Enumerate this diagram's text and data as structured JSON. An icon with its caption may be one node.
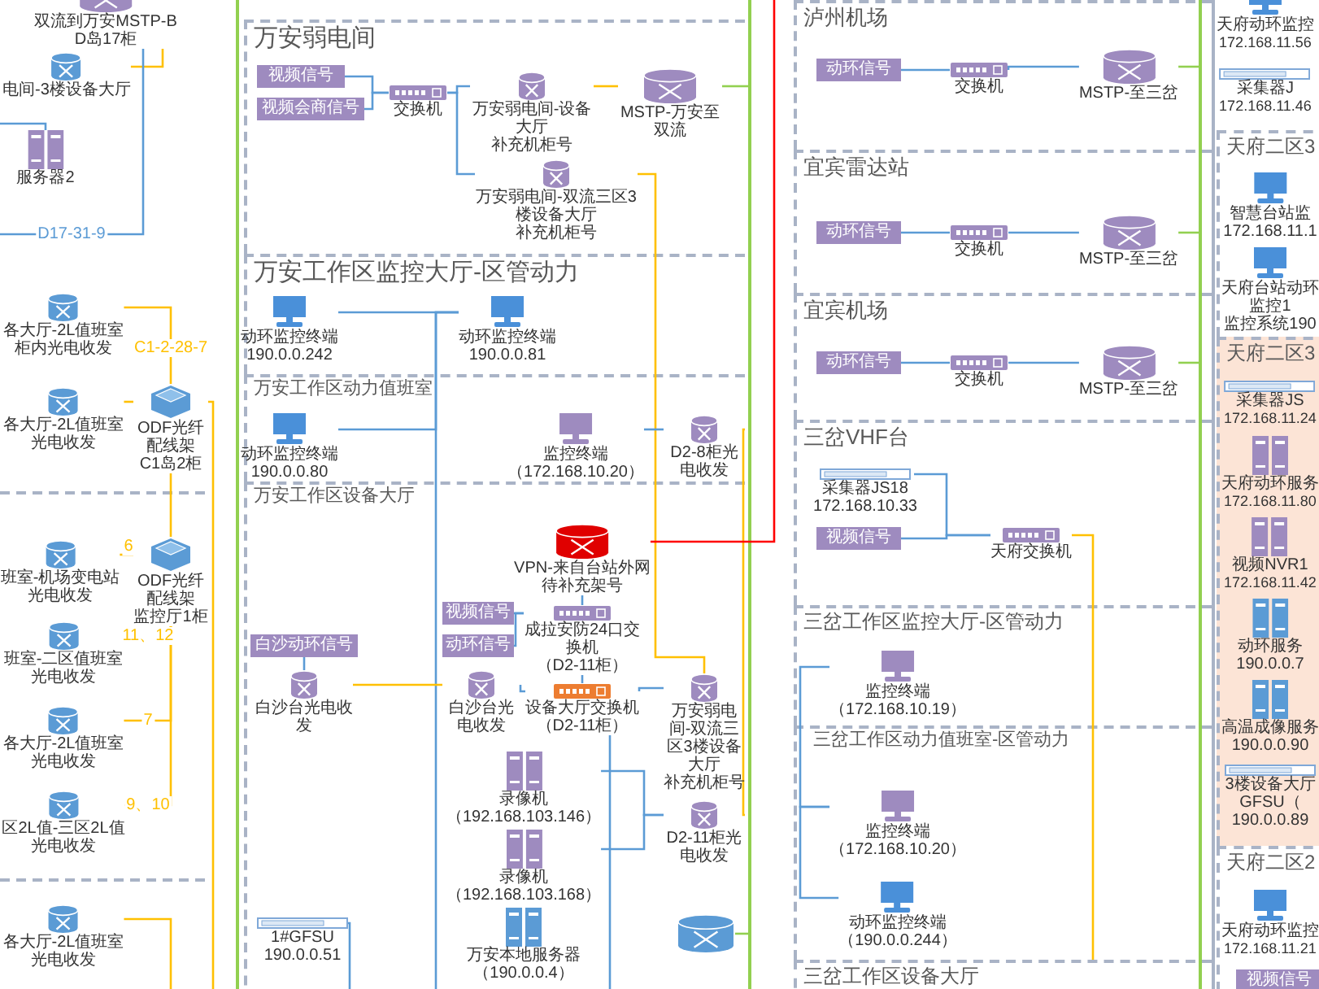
{
  "diagram": {
    "nodes": [
      {
        "text": [
          "万安弱电间"
        ]
      },
      {
        "text": [
          "万安工作区监控大厅-区管动力"
        ]
      },
      {
        "text": [
          "万安工作区动力值班室"
        ]
      },
      {
        "text": [
          "万安工作区设备大厅"
        ]
      },
      {
        "text": [
          "泸州机场"
        ]
      },
      {
        "text": [
          "宜宾雷达站"
        ]
      },
      {
        "text": [
          "宜宾机场"
        ]
      },
      {
        "text": [
          "三岔VHF台"
        ]
      },
      {
        "text": [
          "三岔工作区监控大厅-区管动力"
        ]
      },
      {
        "text": [
          "三岔工作区动力值班室-区管动力"
        ]
      },
      {
        "text": [
          "三岔工作区设备大厅"
        ]
      },
      {
        "text": [
          "天府二区3"
        ]
      },
      {
        "text": [
          "天府二区3"
        ]
      },
      {
        "text": [
          "天府二区2"
        ]
      },
      {
        "text": [
          "双流到万安MSTP-B",
          "D岛17柜"
        ]
      },
      {
        "text": [
          "电间-3楼设备大厅"
        ]
      },
      {
        "text": [
          "服务器2"
        ]
      },
      {
        "text": [
          "各大厅-2L值班室",
          "柜内光电收发"
        ]
      },
      {
        "text": [
          "各大厅-2L值班室",
          "光电收发"
        ]
      },
      {
        "text": [
          "ODF光纤配线架",
          "C1岛2柜"
        ]
      },
      {
        "text": [
          "班室-机场变电站",
          "光电收发"
        ]
      },
      {
        "text": [
          "ODF光纤配线架",
          "监控厅1柜"
        ]
      },
      {
        "text": [
          "班室-二区值班室",
          "光电收发"
        ]
      },
      {
        "text": [
          "各大厅-2L值班室",
          "光电收发"
        ]
      },
      {
        "text": [
          "区2L值-三区2L值",
          "光电收发"
        ]
      },
      {
        "text": [
          "各大厅-2L值班室",
          "光电收发"
        ]
      },
      {
        "text": [
          "视频信号"
        ],
        "in": 0
      },
      {
        "text": [
          "视频会商信号"
        ],
        "in": 0
      },
      {
        "text": [
          "交换机"
        ],
        "in": 0
      },
      {
        "text": [
          "万安弱电间-设备大厅",
          "补充机柜号"
        ],
        "in": 0
      },
      {
        "text": [
          "MSTP-万安至双流"
        ],
        "in": 0
      },
      {
        "text": [
          "万安弱电间-双流三区3楼设备大厅",
          "补充机柜号"
        ],
        "in": 0
      },
      {
        "text": [
          "动环监控终端",
          "190.0.0.242"
        ],
        "in": 1
      },
      {
        "text": [
          "动环监控终端",
          "190.0.0.81"
        ],
        "in": 1
      },
      {
        "text": [
          "动环监控终端",
          "190.0.0.80"
        ],
        "in": 2
      },
      {
        "text": [
          "监控终端",
          "（172.168.10.20）"
        ],
        "in": 2
      },
      {
        "text": [
          "D2-8柜光电收发"
        ],
        "in": 2
      },
      {
        "text": [
          "白沙动环信号"
        ],
        "in": 3
      },
      {
        "text": [
          "白沙台光电收发"
        ],
        "in": 3
      },
      {
        "text": [
          "白沙台光电收发"
        ],
        "in": 3
      },
      {
        "text": [
          "视频信号"
        ],
        "in": 3
      },
      {
        "text": [
          "动环信号"
        ],
        "in": 3
      },
      {
        "text": [
          "VPN-来自台站外网",
          "待补充架号"
        ],
        "in": 3
      },
      {
        "text": [
          "成拉安防24口交换机",
          "（D2-11柜）"
        ],
        "in": 3
      },
      {
        "text": [
          "设备大厅交换机",
          "（D2-11柜）"
        ],
        "in": 3
      },
      {
        "text": [
          "万安弱电间-双流三区3楼设备大厅",
          "补充机柜号"
        ],
        "in": 3
      },
      {
        "text": [
          "录像机",
          "（192.168.103.146）"
        ],
        "in": 3
      },
      {
        "text": [
          "D2-11柜光电收发"
        ],
        "in": 3
      },
      {
        "text": [
          "录像机",
          "（192.168.103.168）"
        ],
        "in": 3
      },
      {
        "text": [
          "万安本地服务器",
          "（190.0.0.4）"
        ],
        "in": 3
      },
      {
        "text": [
          "1#GFSU",
          "190.0.0.51"
        ],
        "in": 3
      },
      {
        "text": [],
        "shape": "cylinder",
        "in": 3
      },
      {
        "text": [
          "动环信号"
        ],
        "in": 4
      },
      {
        "text": [
          "交换机"
        ],
        "in": 4
      },
      {
        "text": [
          "MSTP-至三岔"
        ],
        "in": 4
      },
      {
        "text": [
          "动环信号"
        ],
        "in": 5
      },
      {
        "text": [
          "交换机"
        ],
        "in": 5
      },
      {
        "text": [
          "MSTP-至三岔"
        ],
        "in": 5
      },
      {
        "text": [
          "动环信号"
        ],
        "in": 6
      },
      {
        "text": [
          "交换机"
        ],
        "in": 6
      },
      {
        "text": [
          "MSTP-至三岔"
        ],
        "in": 6
      },
      {
        "text": [
          "采集器JS18",
          "172.168.10.33"
        ],
        "in": 7
      },
      {
        "text": [
          "视频信号"
        ],
        "in": 7
      },
      {
        "text": [
          "天府交换机"
        ],
        "in": 7
      },
      {
        "text": [
          "监控终端",
          "（172.168.10.19）"
        ],
        "in": 8
      },
      {
        "text": [
          "监控终端",
          "（172.168.10.20）"
        ],
        "in": 9
      },
      {
        "text": [
          "动环监控终端",
          "（190.0.0.244）"
        ],
        "in": 9
      },
      {
        "text": [
          "天府动环监控",
          "172.168.11.56"
        ]
      },
      {
        "text": [
          "采集器J",
          "172.168.11.46"
        ]
      },
      {
        "text": [
          "智慧台站监",
          "172.168.11.1"
        ],
        "in": 11
      },
      {
        "text": [
          "天府台站动环监控1",
          "监控系统190"
        ],
        "in": 11
      },
      {
        "text": [
          "采集器JS",
          "172.168.11.24"
        ],
        "in": 12
      },
      {
        "text": [
          "天府动环服务",
          "172.168.11.80"
        ],
        "in": 12
      },
      {
        "text": [
          "视频NVR1",
          "172.168.11.42"
        ],
        "in": 12
      },
      {
        "text": [
          "动环服务",
          "190.0.0.7"
        ],
        "in": 12
      },
      {
        "text": [
          "高温成像服务",
          "190.0.0.90"
        ],
        "in": 12
      },
      {
        "text": [
          "3楼设备大厅GFSU（",
          "190.0.0.89"
        ],
        "in": 12
      },
      {
        "text": [
          "天府动环监控",
          "172.168.11.21"
        ],
        "in": 13
      },
      {
        "text": [
          "视频信号"
        ],
        "in": 13
      },
      {
        "text": [],
        "shape": "bar"
      },
      {
        "text": [],
        "shape": "bar"
      },
      {
        "text": [],
        "shape": "bar"
      }
    ],
    "edges": [
      {
        "from": 15,
        "to": 14,
        "arrow": "none",
        "color": "#ffc000"
      },
      {
        "from": 14,
        "to": null,
        "arrow": "none",
        "label": "D17-31-9"
      },
      {
        "from": null,
        "to": 16,
        "arrow": "none"
      },
      {
        "from": 17,
        "to": 19,
        "arrow": "none",
        "label": "C1-2-28-7",
        "color": "#ffc000"
      },
      {
        "from": 18,
        "to": 19,
        "arrow": "none",
        "color": "#ffc000"
      },
      {
        "from": 19,
        "to": 21,
        "arrow": "none",
        "color": "#ffc000"
      },
      {
        "from": 19,
        "to": null,
        "arrow": "none",
        "color": "#ffc000"
      },
      {
        "from": 20,
        "to": 21,
        "arrow": "none",
        "label": "6",
        "color": "#ffc000"
      },
      {
        "from": 22,
        "to": 21,
        "arrow": "none",
        "label": "11、12",
        "color": "#ffc000"
      },
      {
        "from": 23,
        "to": 21,
        "arrow": "none",
        "label": "7",
        "color": "#ffc000"
      },
      {
        "from": 24,
        "to": 21,
        "arrow": "none",
        "label": "9、10",
        "color": "#ffc000"
      },
      {
        "from": 25,
        "to": null,
        "arrow": "none",
        "color": "#ffc000"
      },
      {
        "from": 26,
        "to": 28,
        "arrow": "none"
      },
      {
        "from": 27,
        "to": 28,
        "arrow": "none"
      },
      {
        "from": 28,
        "to": 29,
        "arrow": "none"
      },
      {
        "from": 28,
        "to": 31,
        "arrow": "none"
      },
      {
        "from": 29,
        "to": 30,
        "arrow": "none",
        "color": "#ffc000"
      },
      {
        "from": 30,
        "to": 80,
        "arrow": "none",
        "color": "#92d050"
      },
      {
        "from": 31,
        "to": 45,
        "arrow": "none",
        "color": "#ffc000"
      },
      {
        "from": 32,
        "to": 33,
        "arrow": "none"
      },
      {
        "from": 34,
        "to": 33,
        "arrow": "none"
      },
      {
        "from": 33,
        "to": null,
        "arrow": "none"
      },
      {
        "from": 35,
        "to": 36,
        "arrow": "none"
      },
      {
        "from": 36,
        "to": 47,
        "arrow": "none",
        "color": "#ffc000"
      },
      {
        "from": 42,
        "to": null,
        "arrow": "none",
        "color": "#ff0000"
      },
      {
        "from": 42,
        "to": 43,
        "arrow": "none"
      },
      {
        "from": 40,
        "to": 43,
        "arrow": "none"
      },
      {
        "from": 41,
        "to": 43,
        "arrow": "none"
      },
      {
        "from": 43,
        "to": 44,
        "arrow": "none"
      },
      {
        "from": 44,
        "to": null,
        "arrow": "none"
      },
      {
        "from": 44,
        "to": 45,
        "arrow": "none"
      },
      {
        "from": 37,
        "to": 38,
        "arrow": "none"
      },
      {
        "from": 38,
        "to": 39,
        "arrow": "none",
        "color": "#ffc000"
      },
      {
        "from": 39,
        "to": 44,
        "arrow": "none"
      },
      {
        "from": 46,
        "to": 47,
        "arrow": "none"
      },
      {
        "from": 48,
        "to": 47,
        "arrow": "none"
      },
      {
        "from": 50,
        "to": null,
        "arrow": "none"
      },
      {
        "from": 51,
        "to": 80,
        "arrow": "none",
        "color": "#92d050"
      },
      {
        "from": 52,
        "to": 53,
        "arrow": "none"
      },
      {
        "from": 53,
        "to": 54,
        "arrow": "none"
      },
      {
        "from": 54,
        "to": 81,
        "arrow": "none",
        "color": "#92d050"
      },
      {
        "from": 55,
        "to": 56,
        "arrow": "none"
      },
      {
        "from": 56,
        "to": 57,
        "arrow": "none"
      },
      {
        "from": 57,
        "to": 81,
        "arrow": "none",
        "color": "#92d050"
      },
      {
        "from": 58,
        "to": 59,
        "arrow": "none"
      },
      {
        "from": 59,
        "to": 60,
        "arrow": "none"
      },
      {
        "from": 60,
        "to": 81,
        "arrow": "none",
        "color": "#92d050"
      },
      {
        "from": 61,
        "to": 63,
        "arrow": "none"
      },
      {
        "from": 62,
        "to": 63,
        "arrow": "none"
      },
      {
        "from": 63,
        "to": 10,
        "arrow": "none",
        "color": "#ffc000"
      },
      {
        "from": 64,
        "to": 65,
        "arrow": "none"
      },
      {
        "from": 65,
        "to": 66,
        "arrow": "none"
      }
    ]
  }
}
